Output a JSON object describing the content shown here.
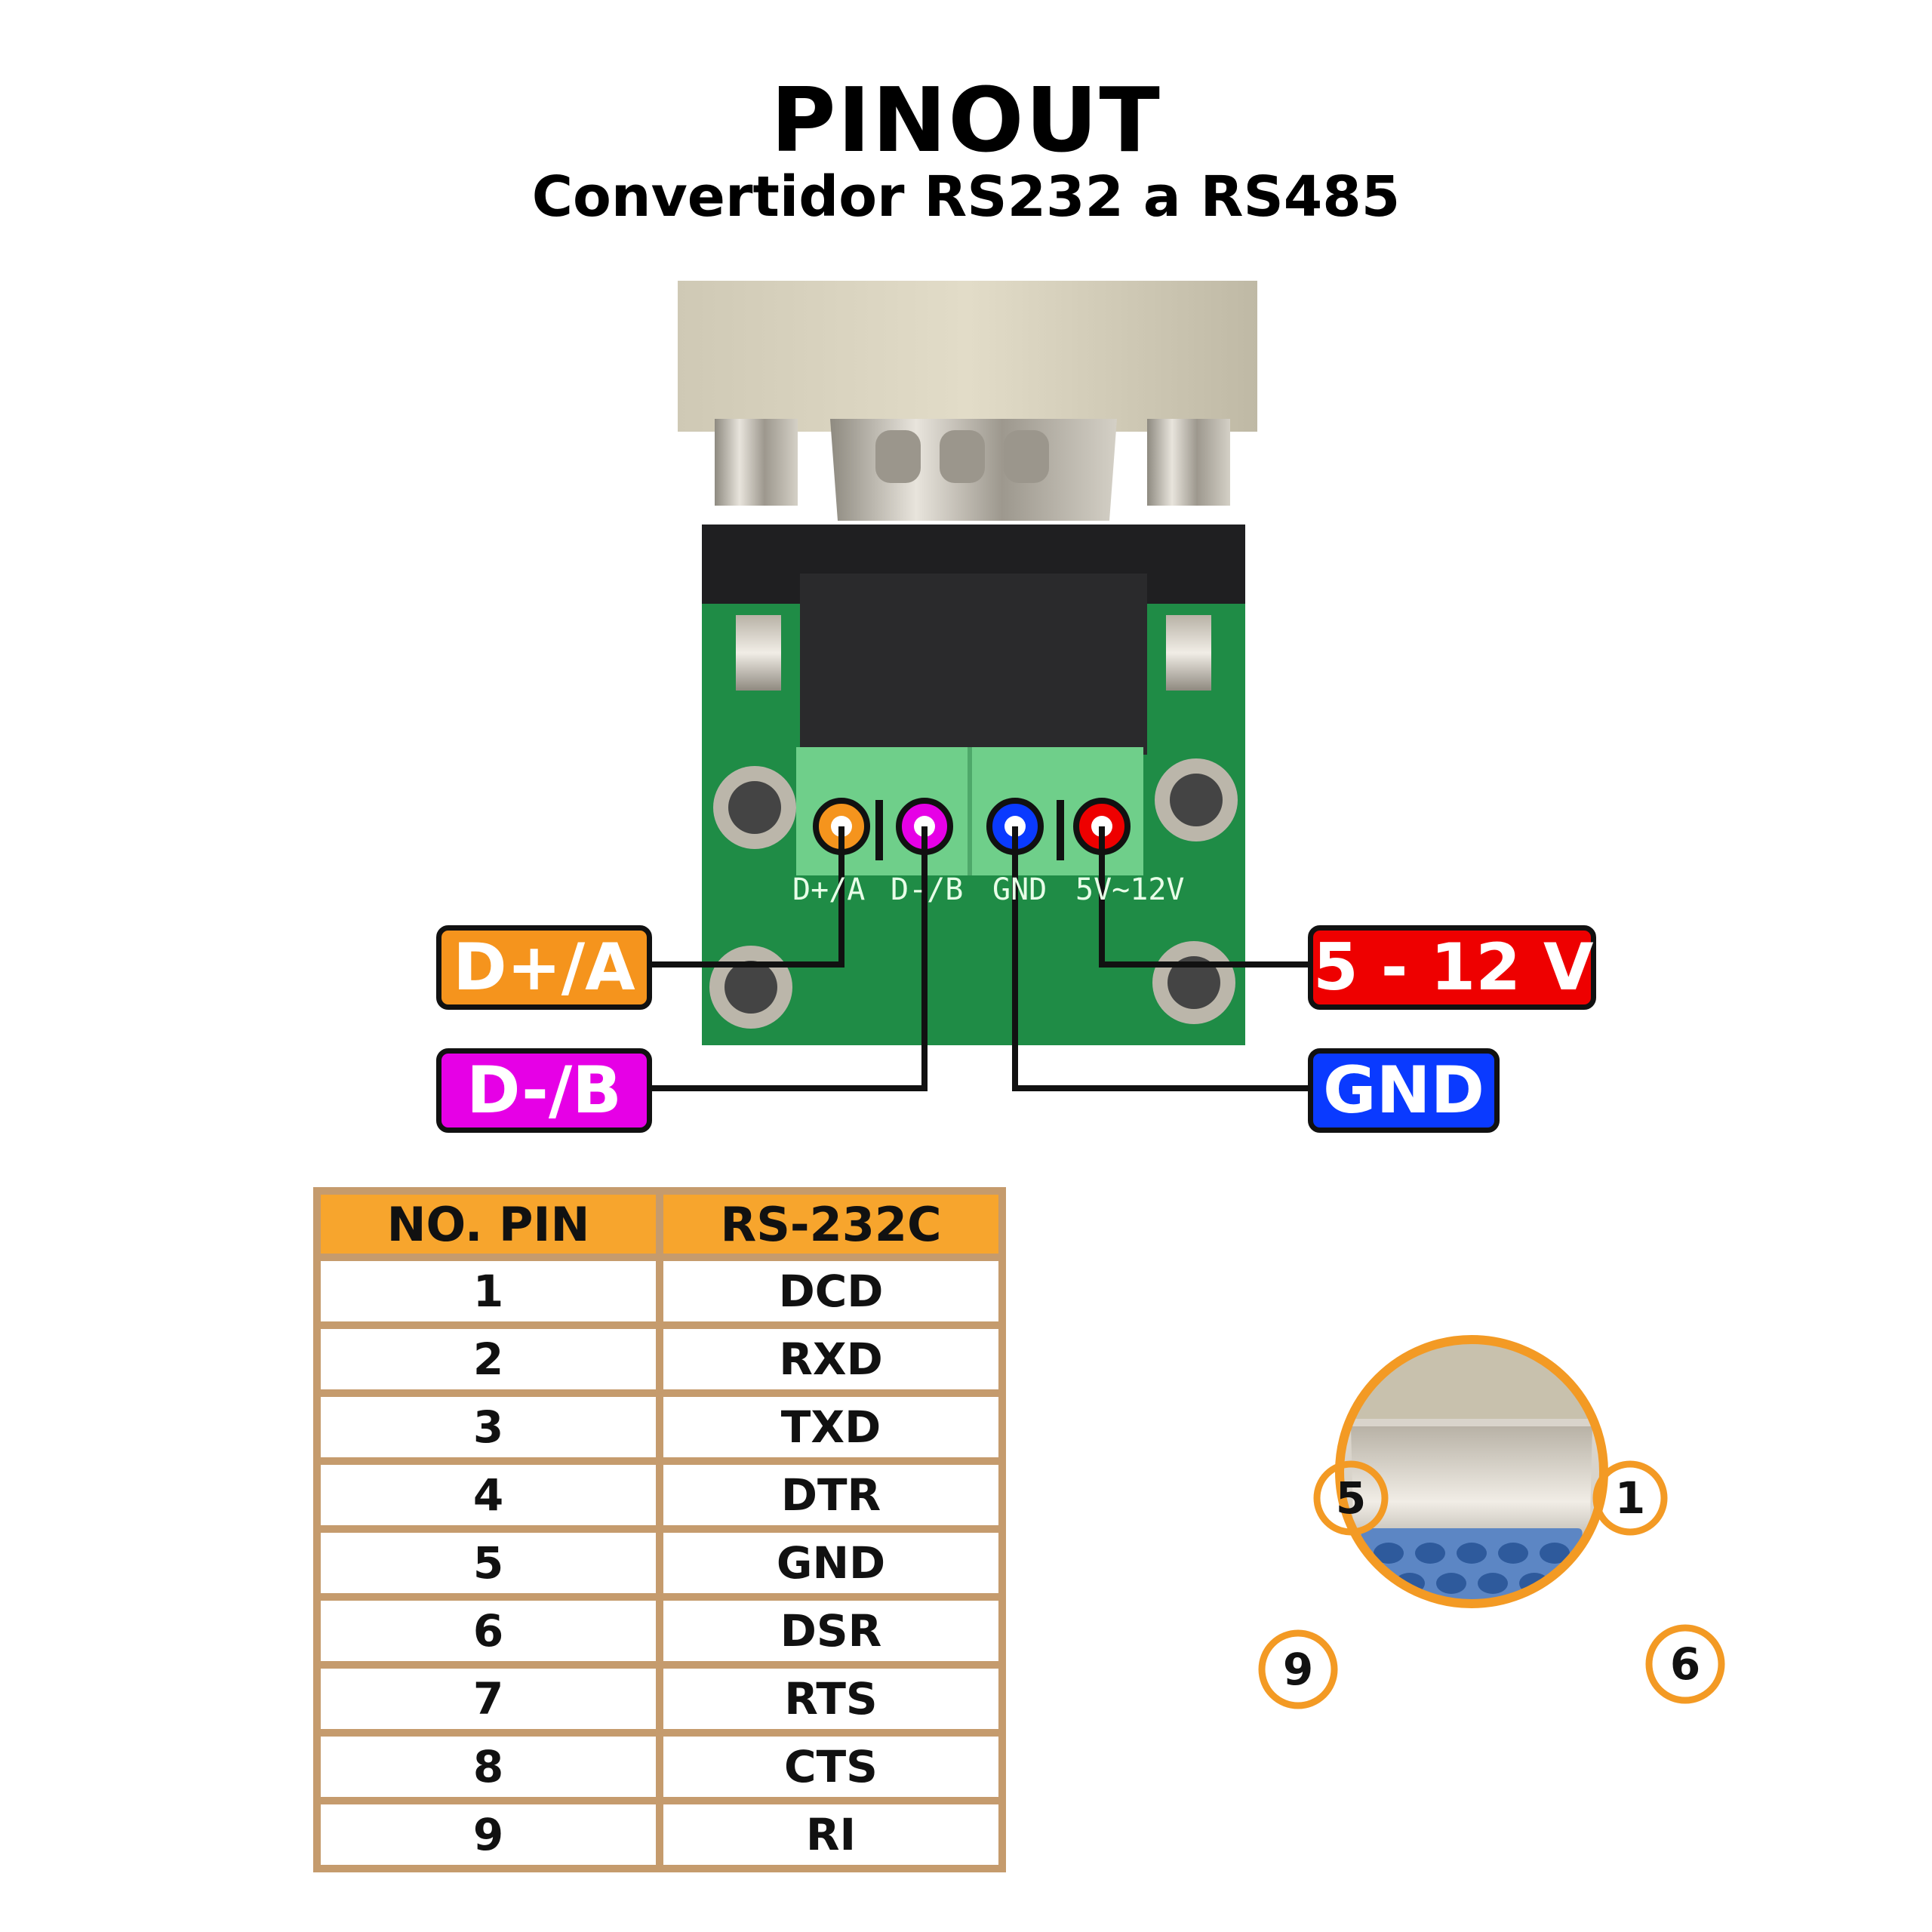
{
  "title": "PINOUT",
  "subtitle": "Convertidor RS232 a RS485",
  "wire_labels": {
    "d_plus": "D+/A",
    "d_minus": "D-/B",
    "power": "5 - 12 V",
    "ground": "GND"
  },
  "terminal_block_labels": [
    "D+/A",
    "D-/B",
    "GND",
    "5V~12V"
  ],
  "colors": {
    "d_plus": "#f5941d",
    "d_minus": "#e600e6",
    "power": "#ee0000",
    "ground": "#0a3aff",
    "accent": "#f39a24",
    "table_border": "#c59b6d"
  },
  "table": {
    "headers": [
      "NO. PIN",
      "RS-232C"
    ],
    "rows": [
      [
        "1",
        "DCD"
      ],
      [
        "2",
        "RXD"
      ],
      [
        "3",
        "TXD"
      ],
      [
        "4",
        "DTR"
      ],
      [
        "5",
        "GND"
      ],
      [
        "6",
        "DSR"
      ],
      [
        "7",
        "RTS"
      ],
      [
        "8",
        "CTS"
      ],
      [
        "9",
        "RI"
      ]
    ]
  },
  "connector_pin_markers": {
    "top_left": "5",
    "top_right": "1",
    "bottom_left": "9",
    "bottom_right": "6"
  }
}
